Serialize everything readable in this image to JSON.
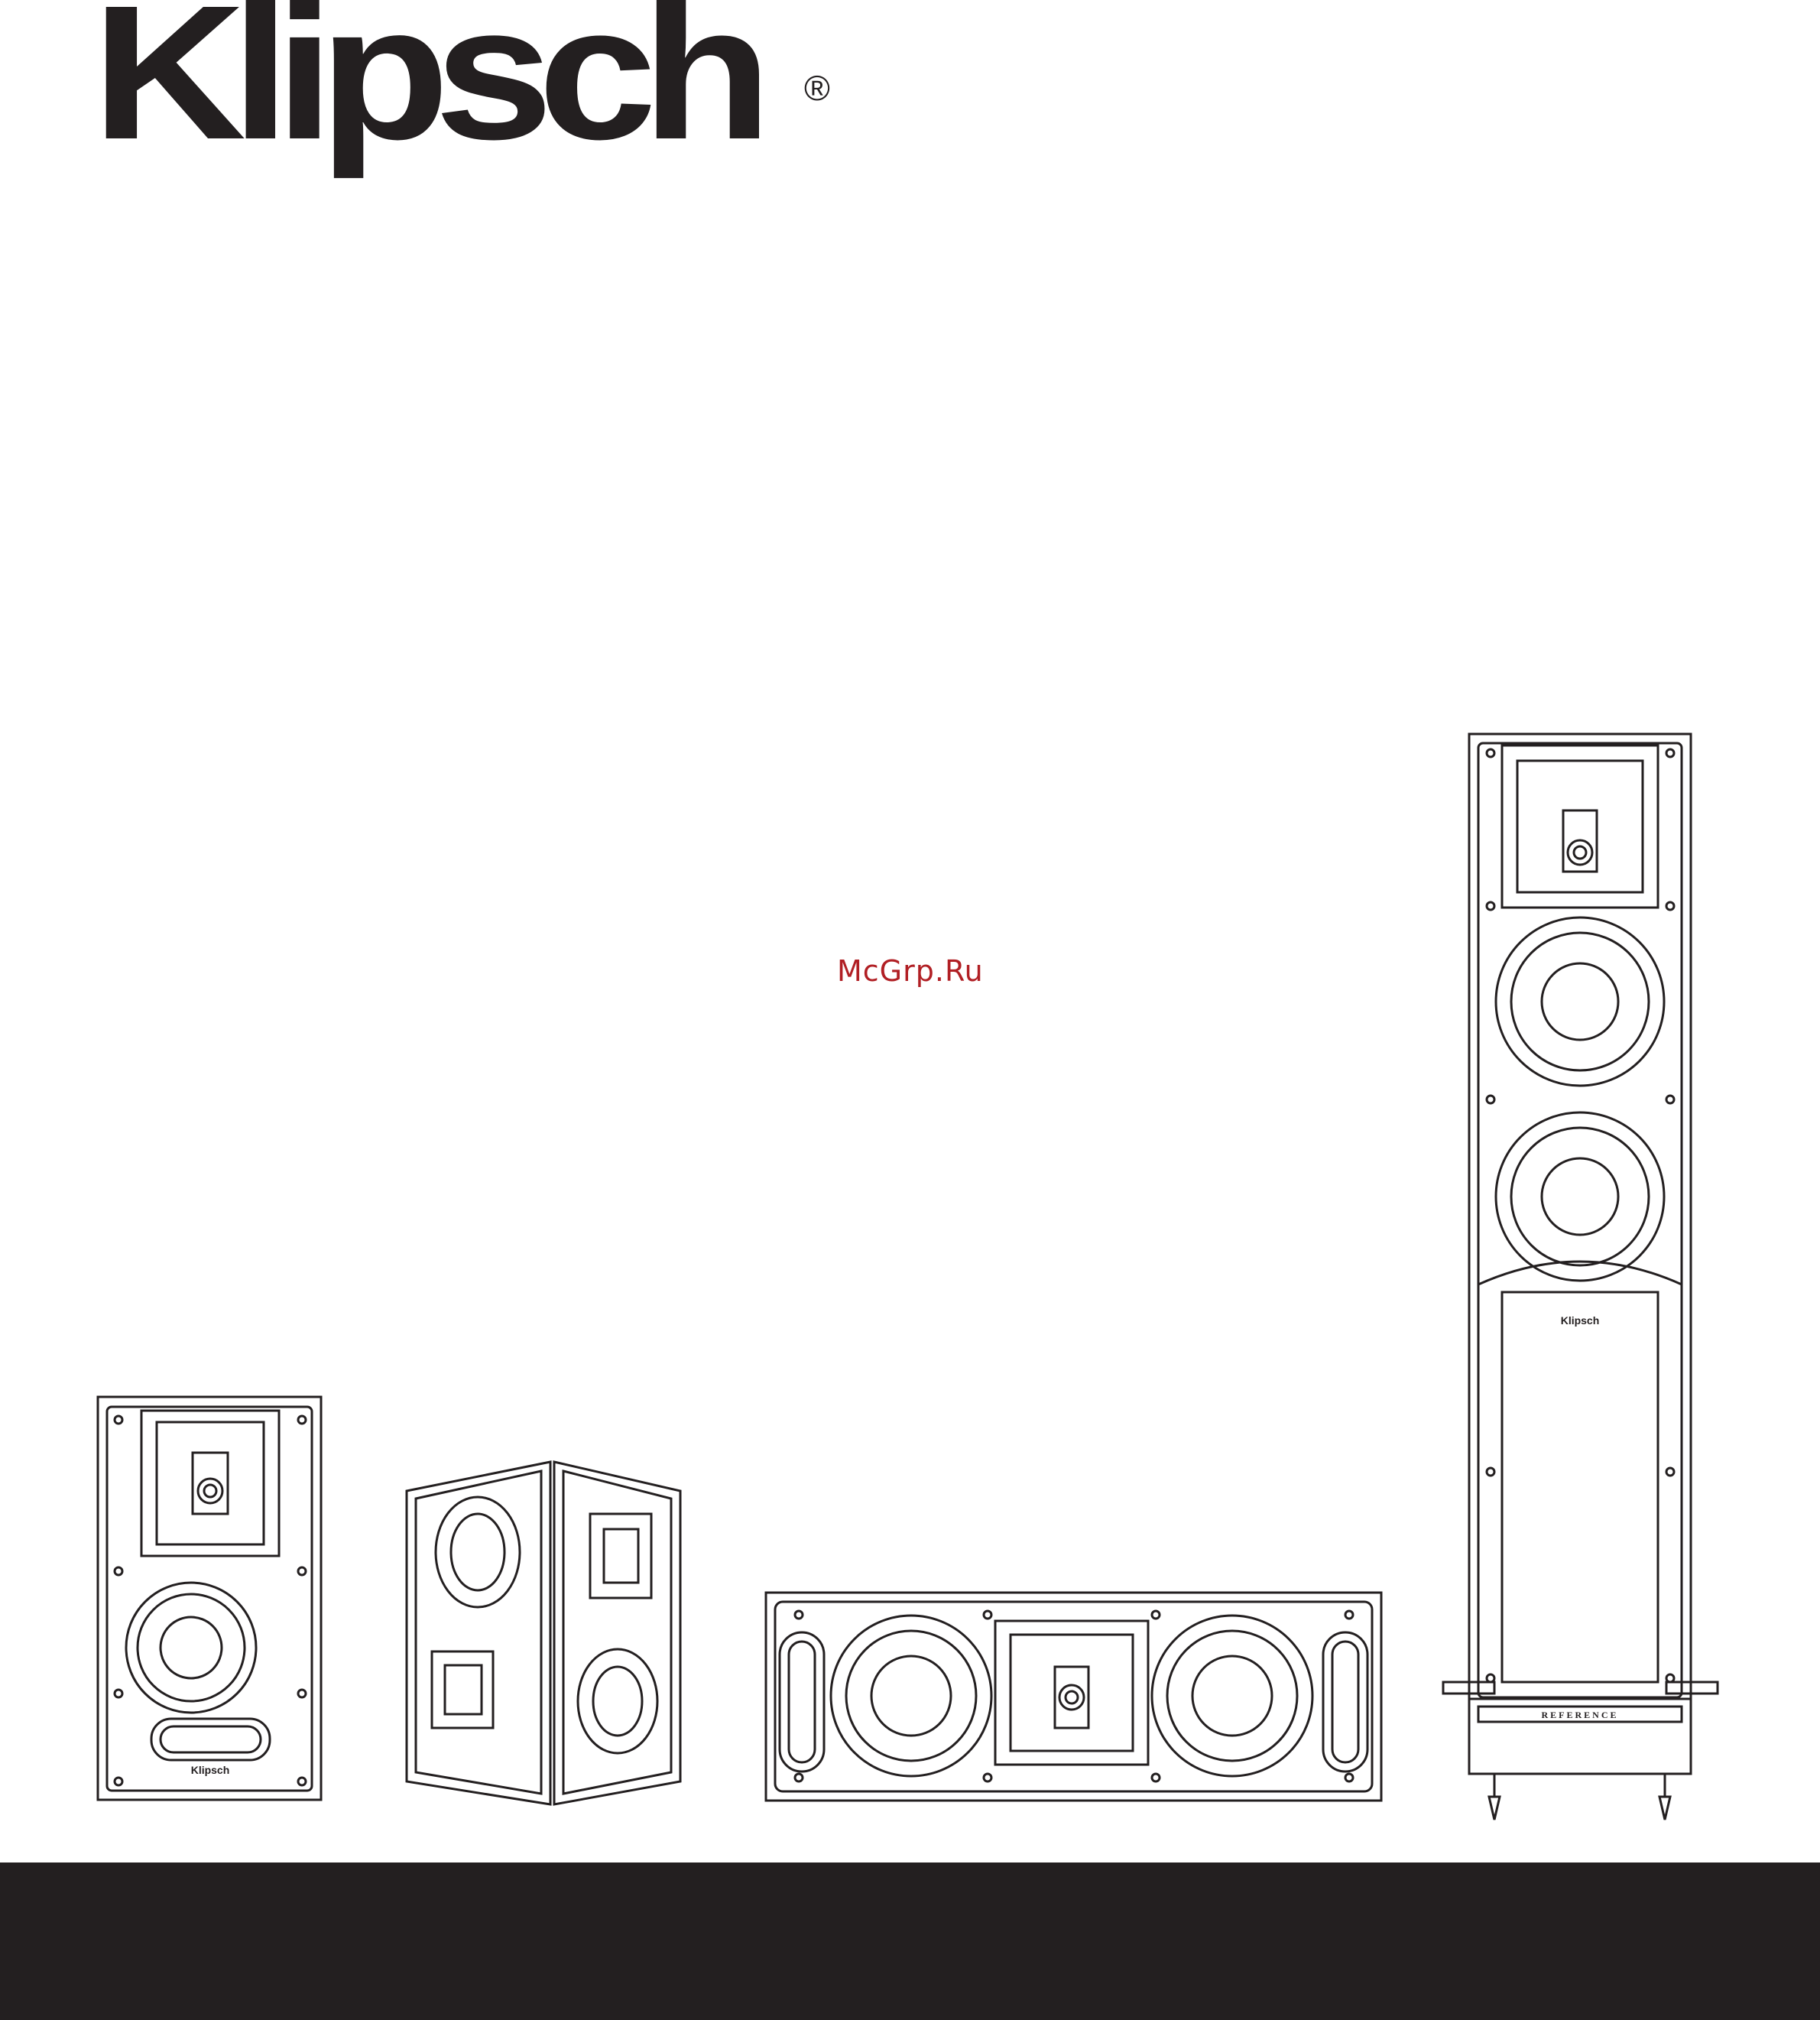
{
  "brand": {
    "logo_text": "Klipsch",
    "registered_mark": "®"
  },
  "watermark": "McGrp.Ru",
  "product_labels": {
    "bookshelf_badge": "Klipsch",
    "tower_badge": "Klipsch",
    "tower_base_label": "REFERENCE"
  },
  "colors": {
    "ink": "#231f20",
    "paper": "#ffffff",
    "watermark": "#b11f24"
  }
}
